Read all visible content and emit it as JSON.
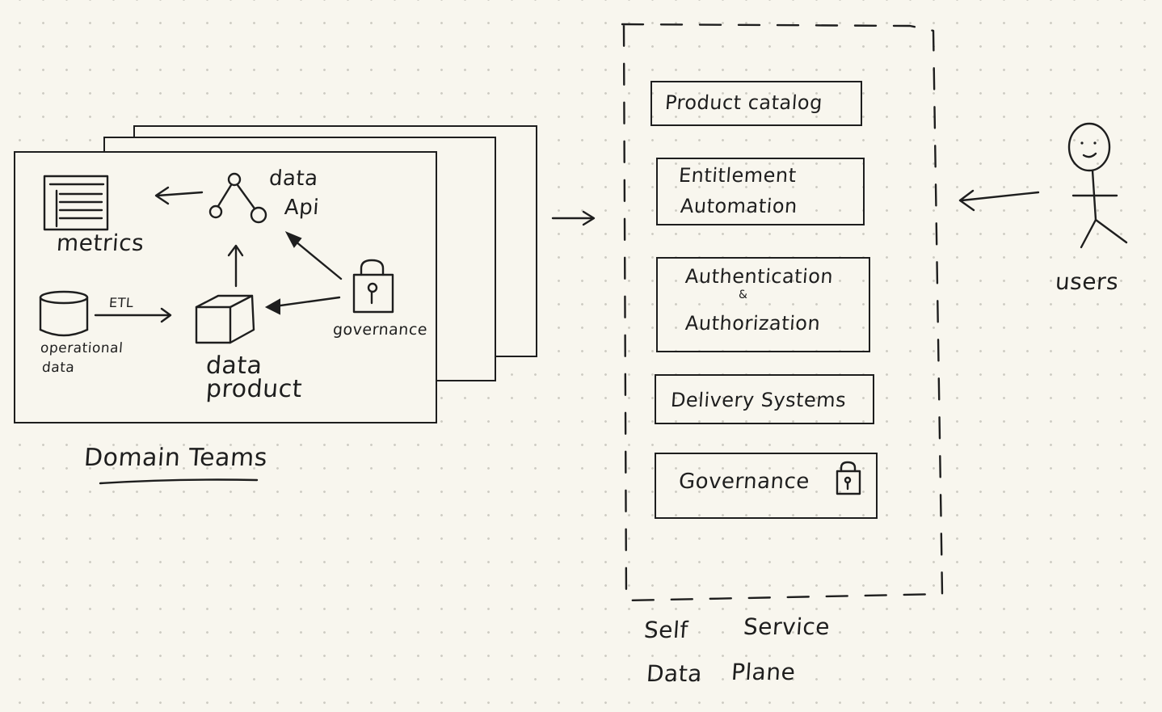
{
  "domain_teams": {
    "title": "Domain Teams",
    "metrics_label": "metrics",
    "data_api_label_1": "data",
    "data_api_label_2": "Api",
    "etl_label": "ETL",
    "operational_data_label_1": "operational",
    "operational_data_label_2": "data",
    "data_product_label_1": "data",
    "data_product_label_2": "product",
    "governance_label": "governance"
  },
  "self_service": {
    "title_line_1": "Self",
    "title_line_1b": "Service",
    "title_line_2": "Data",
    "title_line_2b": "Plane",
    "items": [
      {
        "line1": "Product catalog"
      },
      {
        "line1": "Entitlement",
        "line2": "Automation"
      },
      {
        "line1": "Authentication",
        "mid": "&",
        "line2": "Authorization"
      },
      {
        "line1": "Delivery Systems"
      },
      {
        "line1": "Governance"
      }
    ]
  },
  "users": {
    "label": "users"
  },
  "colors": {
    "ink": "#1e1e1e",
    "paper": "#f8f6ee",
    "dot": "#cfcdc4"
  }
}
